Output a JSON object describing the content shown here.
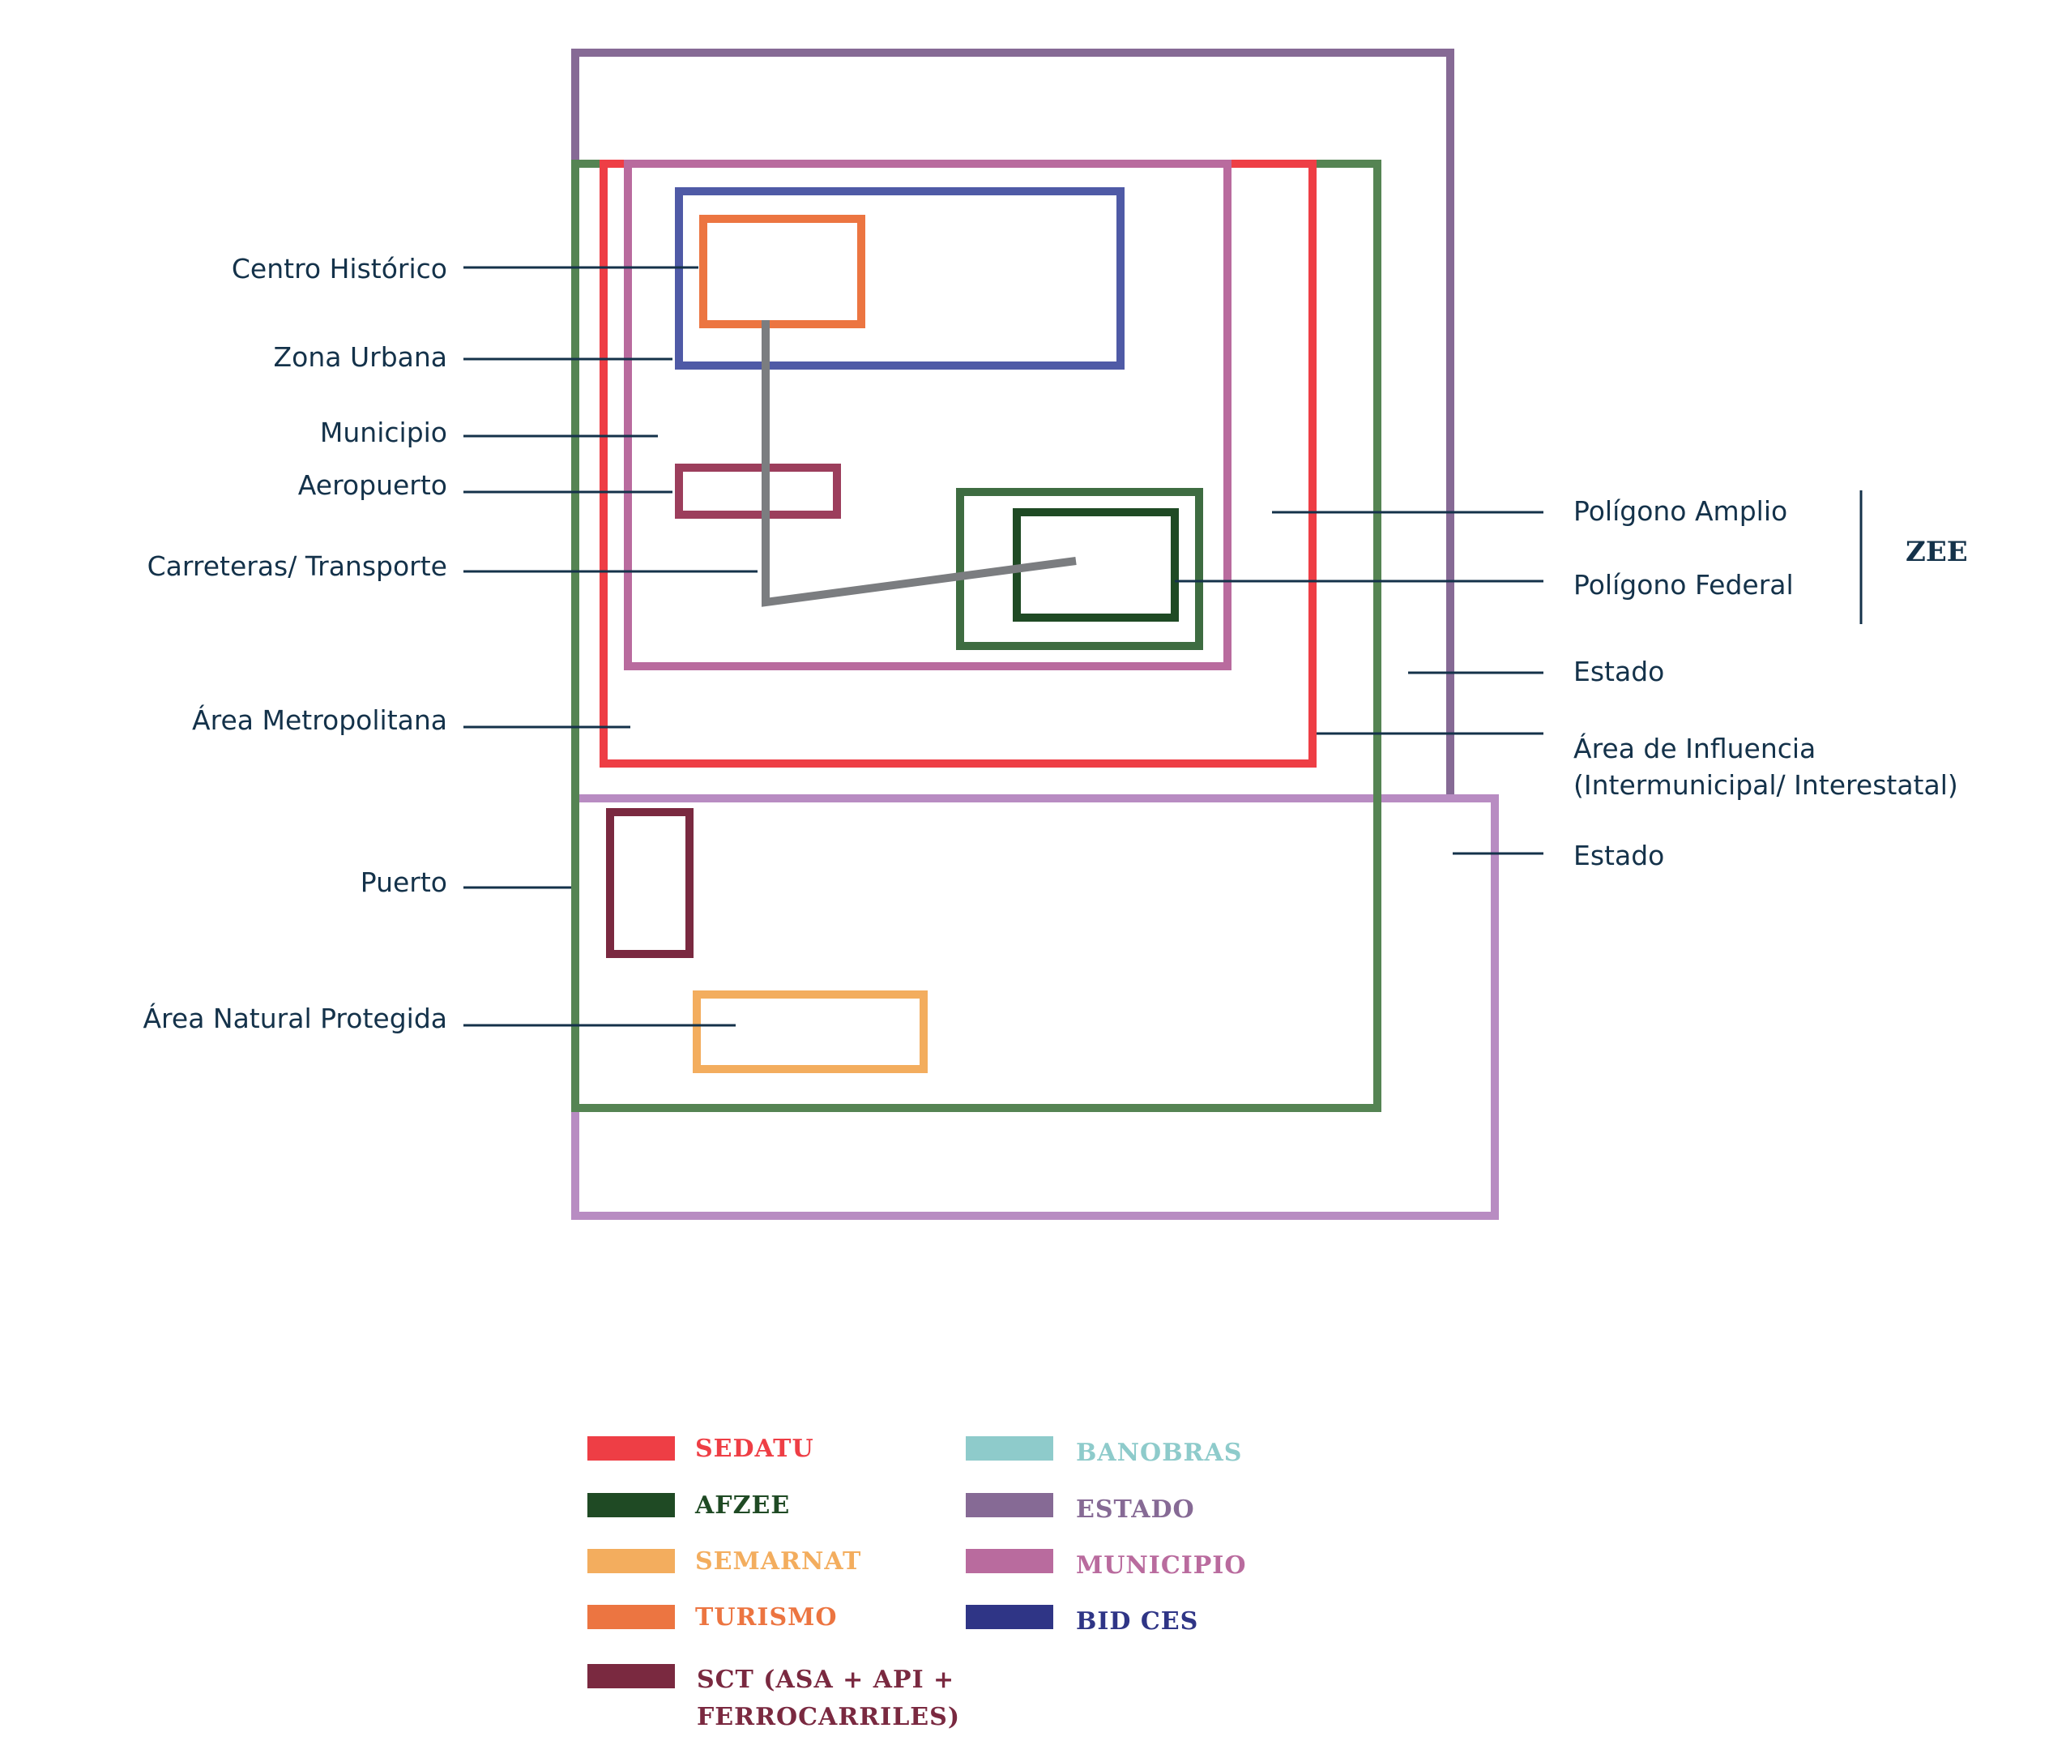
{
  "colors": {
    "sedatu": "#ee3e45",
    "afzee": "#1f4a24",
    "semarnat": "#f3ad5e",
    "turismo": "#ec7541",
    "sct": "#7a2940",
    "banobras": "#8ecbcb",
    "estado": "#866a95",
    "estado_light": "#b88cc2",
    "municipio": "#b96b9e",
    "bid_ces": "#2f3586",
    "bid_ces_box": "#4f5aa6",
    "estado_green": "#558453",
    "poligono_amplio": "#3e6c41",
    "aeropuerto": "#9c3e5c",
    "transporte": "#7b7d80",
    "label_text": "#14324a"
  },
  "left_labels": {
    "centro_historico": "Centro Histórico",
    "zona_urbana": "Zona Urbana",
    "municipio": "Municipio",
    "aeropuerto": "Aeropuerto",
    "carreteras": "Carreteras/ Transporte",
    "area_metropolitana": "Área Metropolitana",
    "puerto": "Puerto",
    "area_natural": "Área Natural Protegida"
  },
  "right_labels": {
    "poligono_amplio": "Polígono Amplio",
    "poligono_federal": "Polígono Federal",
    "zee": "ZEE",
    "estado_1": "Estado",
    "area_influencia_line1": "Área de Influencia",
    "area_influencia_line2": "(Intermunicipal/ Interestatal)",
    "estado_2": "Estado"
  },
  "legend": [
    {
      "key": "sedatu",
      "label": "SEDATU",
      "color": "#ee3e45"
    },
    {
      "key": "afzee",
      "label": "AFZEE",
      "color": "#1f4a24"
    },
    {
      "key": "semarnat",
      "label": "SEMARNAT",
      "color": "#f3ad5e"
    },
    {
      "key": "turismo",
      "label": "TURISMO",
      "color": "#ec7541"
    },
    {
      "key": "sct",
      "label": "SCT (ASA + API +",
      "label2": "FERROCARRILES)",
      "color": "#7a2940"
    },
    {
      "key": "banobras",
      "label": "BANOBRAS",
      "color": "#8ecbcb"
    },
    {
      "key": "estado",
      "label": "ESTADO",
      "color": "#866a95"
    },
    {
      "key": "municipio",
      "label": "MUNICIPIO",
      "color": "#b96b9e"
    },
    {
      "key": "bid_ces",
      "label": "BID CES",
      "color": "#2f3586"
    }
  ]
}
